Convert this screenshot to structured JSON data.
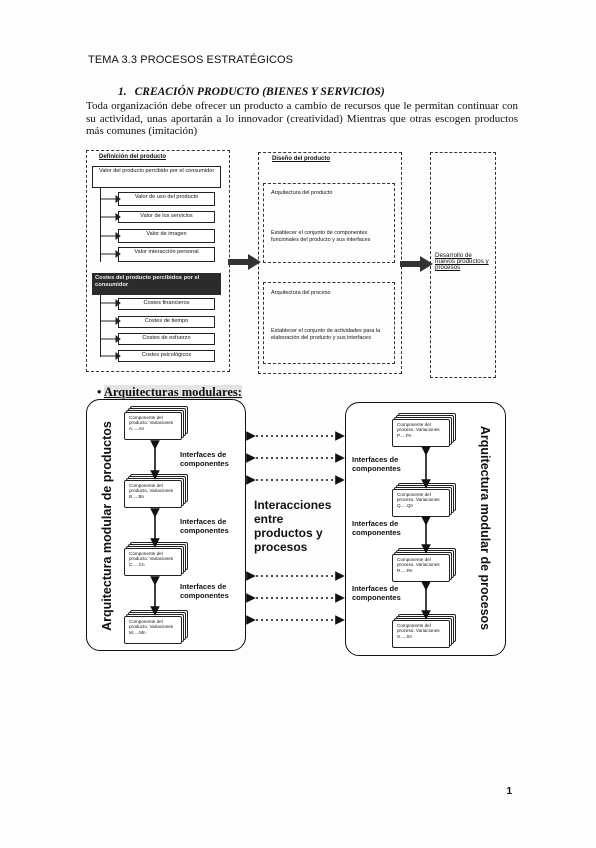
{
  "topic": "TEMA 3.3 PROCESOS ESTRATÉGICOS",
  "heading": {
    "number": "1.",
    "text": "CREACIÓN PRODUCTO (BIENES Y SERVICIOS)"
  },
  "paragraph": "Toda organización debe ofrecer un producto a cambio de recursos que le permitan continuar con su actividad, unas aportarán a lo innovador (creatividad) Mientras que otras escogen productos más comunes (imitación)",
  "diagram1": {
    "definicion": {
      "title": "Definición del producto",
      "valor_header": "Valor del producto percibido por el consumidor",
      "valor_items": [
        "Valor de uso del producto",
        "Valor de los servicios",
        "Valor de imagen",
        "Valor interacción personal"
      ],
      "costes_header": "Costes del producto percibidos por el consumidor",
      "costes_items": [
        "Costes financieros",
        "Costes de tiempo",
        "Costes de esfuerzo",
        "Costes psicológicos"
      ]
    },
    "diseno": {
      "title": "Diseño del producto",
      "arq_producto_title": "Arquitectura del producto",
      "arq_producto_text": "Establecer el conjunto de componentes funcionales del producto y sus interfaces",
      "arq_proceso_title": "Arquitectura del proceso",
      "arq_proceso_text": "Establecer el conjunto de actividades para la elaboración del producto y sus interfaces"
    },
    "desarrollo": "Desarrollo de nuevos productos y procesos"
  },
  "section2": {
    "bullet": "•",
    "title": "Arquitecturas modulares:",
    "left_label": "Arquitectura modular de productos",
    "right_label": "Arquitectura modular de procesos",
    "center": [
      "Interacciones",
      "entre",
      "productos y",
      "procesos"
    ],
    "left_components": [
      "Componente del producto. Variaciones A.....An",
      "Componente del producto. Variaciones B.....Bn",
      "Componente del producto. Variaciones C.....Cn",
      "Componente del producto. Variaciones M.....Mn"
    ],
    "right_components": [
      "Componente del proceso. Variaciones P.....Pn",
      "Componente del proceso. Variaciones Q.....Qn",
      "Componente del proceso. Variaciones R.....Rn",
      "Componente del proceso. Variaciones S.....Sn"
    ],
    "interface_line1": "Interfaces de",
    "interface_line2": "componentes"
  },
  "page_number": "1"
}
